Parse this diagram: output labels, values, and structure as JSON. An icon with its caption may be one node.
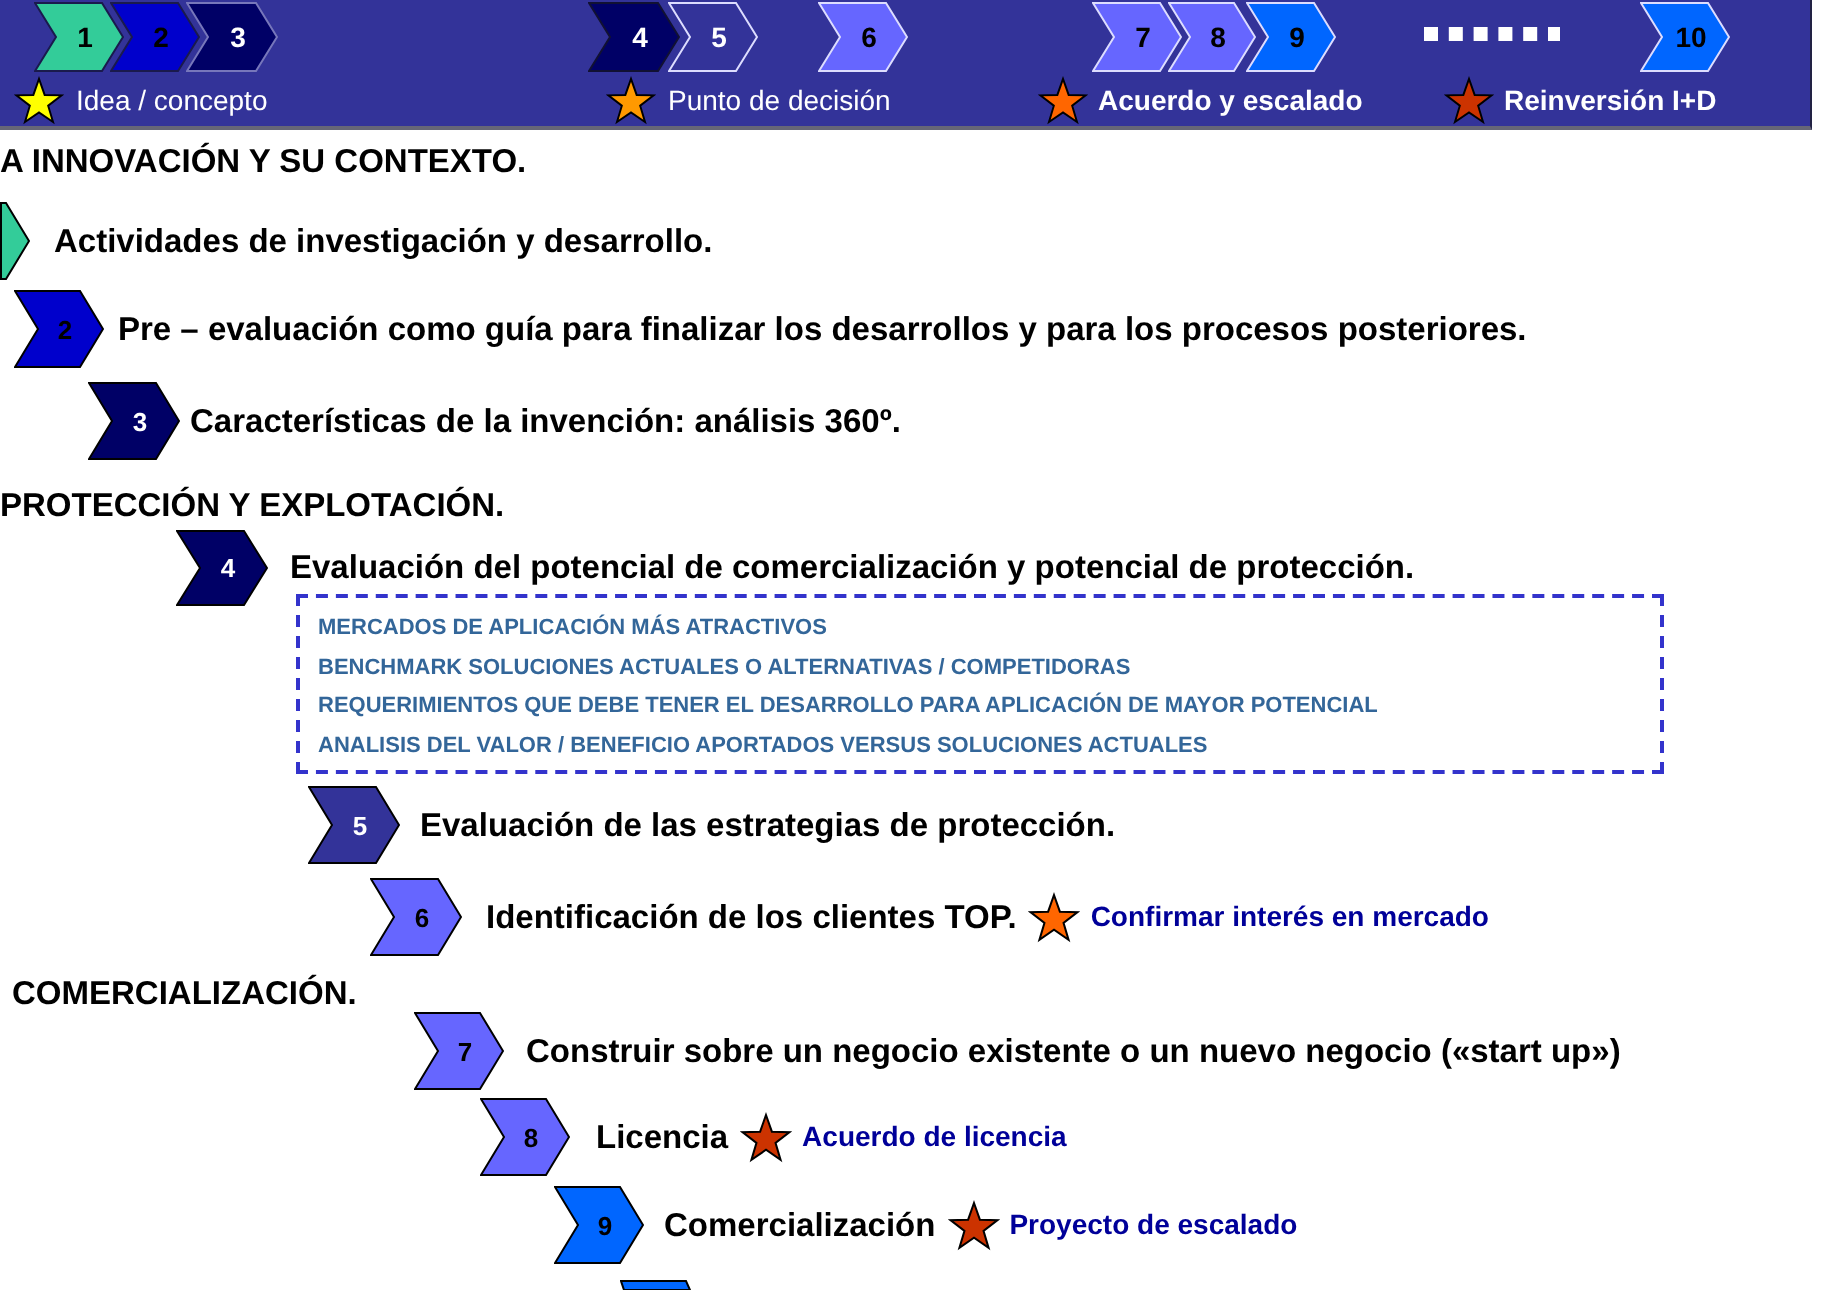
{
  "diagram": {
    "nodes": [
      {
        "text": [],
        "shape": "bar"
      },
      {
        "text": [
          "1"
        ],
        "in": 0
      },
      {
        "text": [
          "2"
        ],
        "in": 0
      },
      {
        "text": [
          "3"
        ],
        "in": 0
      },
      {
        "text": [
          "4"
        ],
        "in": 0
      },
      {
        "text": [
          "5"
        ],
        "in": 0
      },
      {
        "text": [
          "6"
        ],
        "in": 0
      },
      {
        "text": [
          "7"
        ],
        "in": 0
      },
      {
        "text": [
          "8"
        ],
        "in": 0
      },
      {
        "text": [
          "9"
        ],
        "in": 0
      },
      {
        "text": [
          "10"
        ],
        "in": 0
      },
      {
        "text": [],
        "shape": "chevron",
        "beside": [
          "Actividades de investigación y desarrollo."
        ]
      },
      {
        "text": [
          "2"
        ],
        "beside": [
          "Pre – evaluación como guía para finalizar los desarrollos y para los procesos posteriores."
        ]
      },
      {
        "text": [
          "3"
        ],
        "beside": [
          "Características de la invención: análisis 360º."
        ]
      },
      {
        "text": [
          "4"
        ],
        "beside": [
          "Evaluación del potencial de comercialización y potencial de protección."
        ]
      },
      {
        "text": [
          "MERCADOS DE APLICACIÓN MÁS ATRACTIVOS",
          "BENCHMARK SOLUCIONES ACTUALES O ALTERNATIVAS / COMPETIDORAS",
          "REQUERIMIENTOS QUE DEBE TENER EL DESARROLLO PARA APLICACIÓN DE MAYOR POTENCIAL",
          "ANALISIS DEL VALOR / BENEFICIO APORTADOS VERSUS SOLUCIONES ACTUALES"
        ]
      },
      {
        "text": [
          "5"
        ],
        "beside": [
          "Evaluación de las estrategias de protección."
        ]
      },
      {
        "text": [
          "6"
        ],
        "beside": [
          "Identificación de los clientes TOP.",
          "Confirmar interés en mercado"
        ]
      },
      {
        "text": [
          "7"
        ],
        "beside": [
          "Construir sobre un negocio existente o un nuevo negocio («start up»)"
        ]
      },
      {
        "text": [
          "8"
        ],
        "beside": [
          "Licencia",
          "Acuerdo de licencia"
        ]
      },
      {
        "text": [
          "9"
        ],
        "beside": [
          "Comercialización",
          "Proyecto de escalado"
        ]
      },
      {
        "text": [],
        "shape": "chevron"
      }
    ],
    "labels": [
      "A INNOVACIÓN Y SU CONTEXTO.",
      "PROTECCIÓN Y EXPLOTACIÓN.",
      "COMERCIALIZACIÓN."
    ],
    "legend": [
      {
        "text": "Idea / concepto",
        "color": "#ffff00"
      },
      {
        "text": "Punto de decisión",
        "color": "#ff9900"
      },
      {
        "text": "Acuerdo y escalado",
        "color": "#ff6600"
      },
      {
        "text": "Reinversión I+D",
        "color": "#cc3300"
      }
    ]
  }
}
